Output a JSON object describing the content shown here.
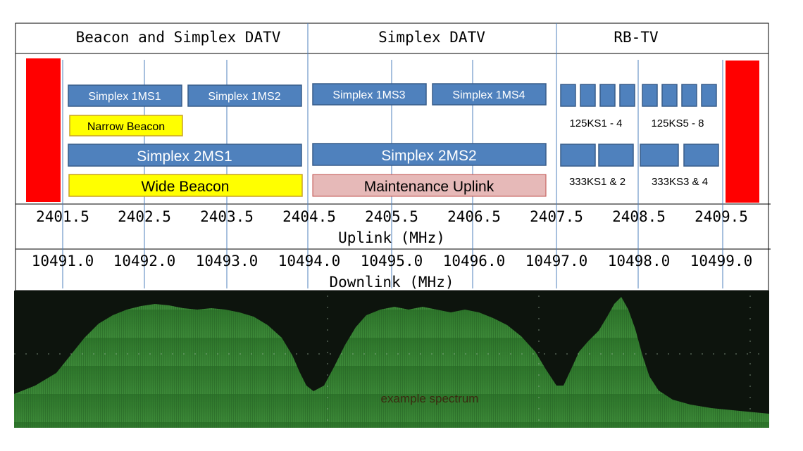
{
  "sections": [
    {
      "id": "beacon",
      "label": "Beacon and Simplex DATV"
    },
    {
      "id": "simplex",
      "label": "Simplex DATV"
    },
    {
      "id": "rbtv",
      "label": "RB-TV"
    }
  ],
  "channels": {
    "simplex_1ms1": "Simplex 1MS1",
    "simplex_1ms2": "Simplex 1MS2",
    "simplex_1ms3": "Simplex 1MS3",
    "simplex_1ms4": "Simplex 1MS4",
    "narrow_beacon": "Narrow Beacon",
    "simplex_2ms1": "Simplex 2MS1",
    "simplex_2ms2": "Simplex 2MS2",
    "wide_beacon": "Wide Beacon",
    "maintenance_uplink": "Maintenance Uplink",
    "ks125_1_4": "125KS1 - 4",
    "ks125_5_8": "125KS5 - 8",
    "ks333_1_2": "333KS1 & 2",
    "ks333_3_4": "333KS3 & 4"
  },
  "uplink": {
    "title": "Uplink (MHz)",
    "ticks": [
      "2401.5",
      "2402.5",
      "2403.5",
      "2404.5",
      "2405.5",
      "2406.5",
      "2407.5",
      "2408.5",
      "2409.5"
    ]
  },
  "downlink": {
    "title": "Downlink (MHz)",
    "ticks": [
      "10491.0",
      "10492.0",
      "10493.0",
      "10494.0",
      "10495.0",
      "10496.0",
      "10497.0",
      "10498.0",
      "10499.0"
    ]
  },
  "spectrum": {
    "caption": "example spectrum"
  },
  "colors": {
    "channel_blue": "#4f81bd",
    "channel_border": "#385d8a",
    "beacon_yellow": "#ffff00",
    "maintenance_pink": "#e6b9b8",
    "guard_red": "#ff0000",
    "spectrum_bg": "#0d140d",
    "spectrum_green": "#3f9a3a"
  }
}
